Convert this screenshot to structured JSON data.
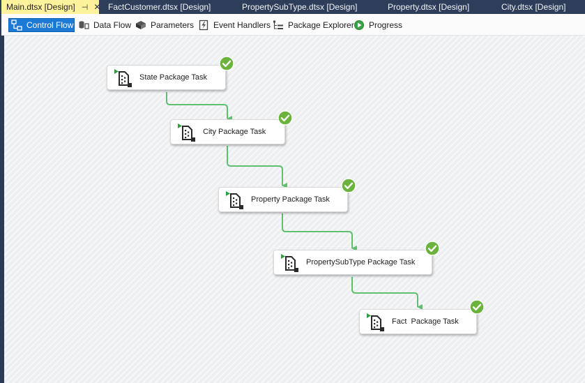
{
  "tabs": [
    {
      "label": "Main.dtsx [Design]",
      "active": true
    },
    {
      "label": "FactCustomer.dtsx [Design]"
    },
    {
      "label": "PropertySubType.dtsx [Design]"
    },
    {
      "label": "Property.dtsx [Design]"
    },
    {
      "label": "City.dtsx [Design]"
    }
  ],
  "toolbar": [
    {
      "label": "Control Flow",
      "icon": "control-flow-icon",
      "selected": true
    },
    {
      "label": "Data Flow",
      "icon": "data-flow-icon"
    },
    {
      "label": "Parameters",
      "icon": "parameters-icon"
    },
    {
      "label": "Event Handlers",
      "icon": "event-handlers-icon"
    },
    {
      "label": "Package Explorer",
      "icon": "package-explorer-icon"
    },
    {
      "label": "Progress",
      "icon": "progress-play-icon"
    }
  ],
  "tasks": [
    {
      "label": "State Package Task",
      "status": "success"
    },
    {
      "label": "City Package Task",
      "status": "success"
    },
    {
      "label": "Property Package Task",
      "status": "success"
    },
    {
      "label": "PropertySubType Package Task",
      "status": "success"
    },
    {
      "label": "Fact  Package Task",
      "status": "success"
    }
  ],
  "colors": {
    "success": "#6bb33c",
    "connector": "#5fbf6f",
    "selected": "#1b7ad6",
    "active_tab": "#fff29d"
  }
}
